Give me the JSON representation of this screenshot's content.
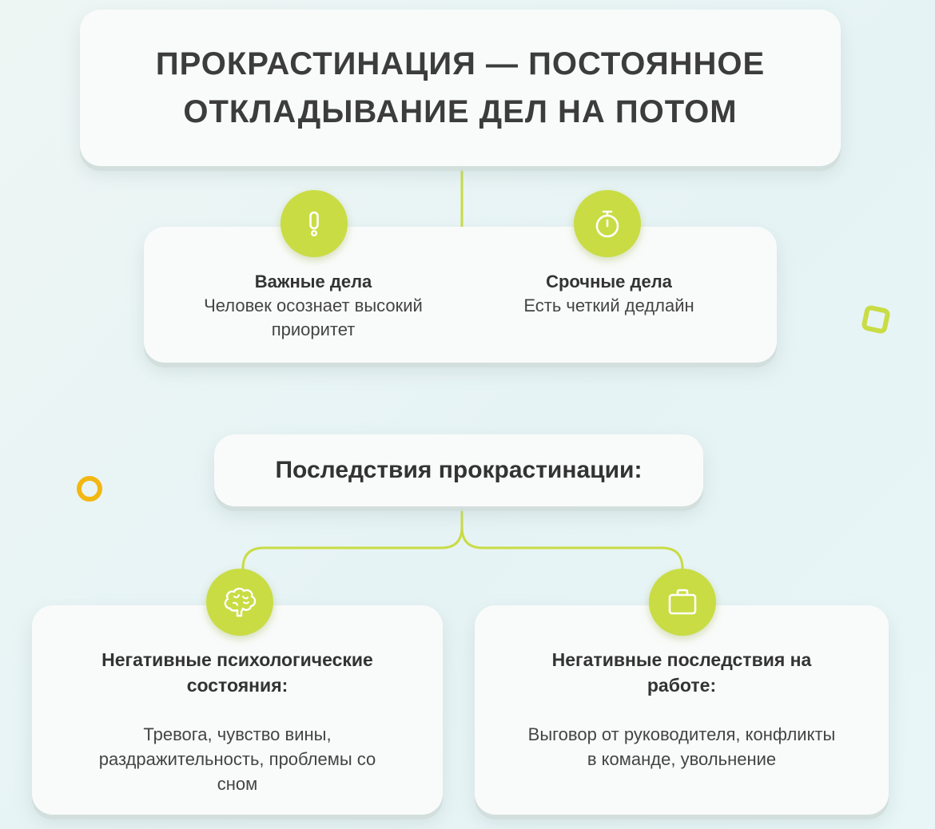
{
  "title": "ПРОКРАСТИНАЦИЯ — ПОСТОЯННОЕ ОТКЛАДЫВАНИЕ ДЕЛ НА ПОТОМ",
  "types": [
    {
      "heading": "Важные дела",
      "description": "Человек осознает высокий приоритет",
      "icon": "exclamation-icon"
    },
    {
      "heading": "Срочные дела",
      "description": "Есть четкий дедлайн",
      "icon": "stopwatch-icon"
    }
  ],
  "consequences_title": "Последствия прокрастинации:",
  "consequences": [
    {
      "heading": "Негативные психологические состояния:",
      "description": "Тревога, чувство вины, раздражительность, проблемы со сном",
      "icon": "brain-icon"
    },
    {
      "heading": "Негативные последствия на работе:",
      "description": "Выговор от руководителя, конфликты в команде, увольнение",
      "icon": "briefcase-icon"
    }
  ],
  "colors": {
    "accent": "#c9dc44",
    "line": "#c9dc44",
    "deco_orange": "#f2b712",
    "background": "#e9f5f5"
  }
}
